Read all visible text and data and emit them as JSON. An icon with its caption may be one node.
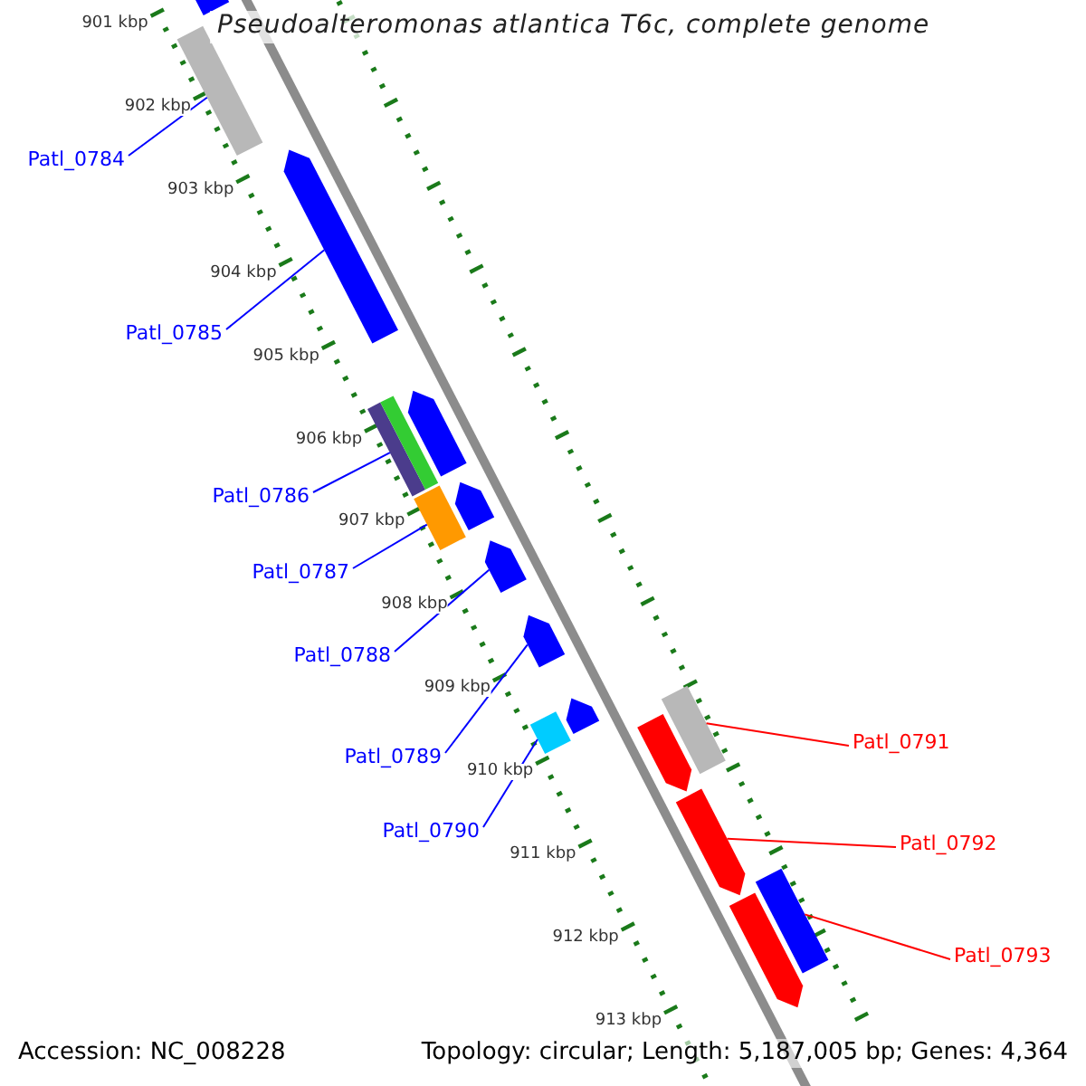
{
  "diagram": {
    "title": "Pseudoalteromonas atlantica T6c, complete genome",
    "nodes": [
      {
        "text": [
          "Patl_0784"
        ]
      },
      {
        "text": [
          "Patl_0785"
        ]
      },
      {
        "text": [
          "Patl_0786"
        ]
      },
      {
        "text": [
          "Patl_0787"
        ]
      },
      {
        "text": [
          "Patl_0788"
        ]
      },
      {
        "text": [
          "Patl_0789"
        ]
      },
      {
        "text": [
          "Patl_0790"
        ]
      },
      {
        "text": [
          "Patl_0791"
        ]
      },
      {
        "text": [
          "Patl_0792"
        ]
      },
      {
        "text": [
          "Patl_0793"
        ]
      },
      {
        "text": [],
        "shape": "pentagon"
      },
      {
        "text": [],
        "shape": "bar"
      },
      {
        "text": [],
        "shape": "pentagon"
      },
      {
        "text": [],
        "shape": "bar"
      },
      {
        "text": [],
        "shape": "bar"
      },
      {
        "text": [],
        "shape": "pentagon"
      },
      {
        "text": [],
        "shape": "bar"
      },
      {
        "text": [],
        "shape": "pentagon"
      },
      {
        "text": [],
        "shape": "pentagon"
      },
      {
        "text": [],
        "shape": "pentagon"
      },
      {
        "text": [],
        "shape": "bar"
      },
      {
        "text": [],
        "shape": "pentagon"
      },
      {
        "text": [],
        "shape": "bar"
      },
      {
        "text": [],
        "shape": "pentagon"
      },
      {
        "text": [],
        "shape": "pentagon"
      },
      {
        "text": [],
        "shape": "pentagon"
      },
      {
        "text": [],
        "shape": "bar"
      }
    ],
    "edges": [
      {
        "from": 0,
        "to": 11,
        "arrow": "none"
      },
      {
        "from": 1,
        "to": 12,
        "arrow": "none"
      },
      {
        "from": 2,
        "to": 13,
        "arrow": "none"
      },
      {
        "from": 3,
        "to": 16,
        "arrow": "none"
      },
      {
        "from": 4,
        "to": 18,
        "arrow": "none"
      },
      {
        "from": 5,
        "to": 19,
        "arrow": "none"
      },
      {
        "from": 6,
        "to": 20,
        "arrow": "none"
      },
      {
        "from": 7,
        "to": 22,
        "arrow": "none",
        "color": "#ff0000"
      },
      {
        "from": 8,
        "to": 24,
        "arrow": "none",
        "color": "#ff0000"
      },
      {
        "from": 9,
        "to": 26,
        "arrow": "none",
        "color": "#ff0000"
      }
    ],
    "labels": [
      "901 kbp",
      "902 kbp",
      "903 kbp",
      "904 kbp",
      "905 kbp",
      "906 kbp",
      "907 kbp",
      "908 kbp",
      "909 kbp",
      "910 kbp",
      "911 kbp",
      "912 kbp",
      "913 kbp",
      "Accession: NC_008228",
      "Topology: circular; Length: 5,187,005 bp; Genes: 4,364"
    ]
  }
}
